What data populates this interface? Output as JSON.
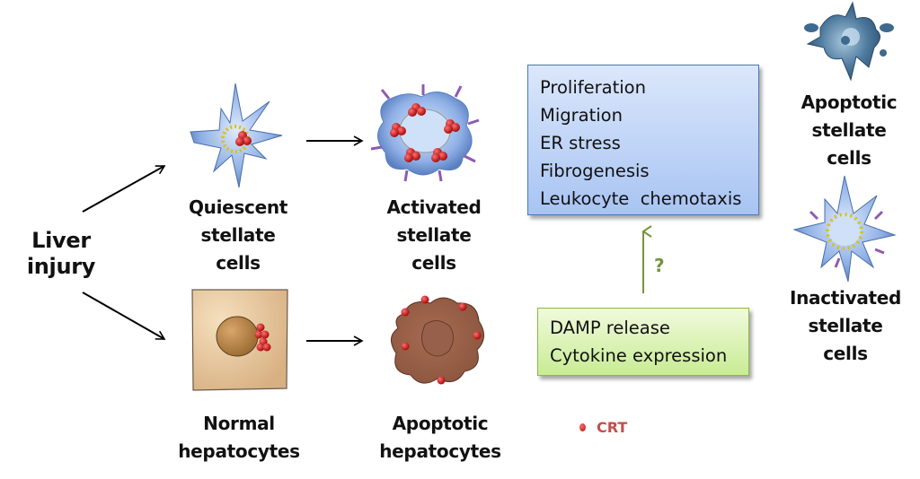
{
  "diagram": {
    "start": {
      "label_lines": [
        "Liver",
        "injury"
      ]
    },
    "cells": {
      "quiescent_stellate": {
        "label_lines": [
          "Quiescent",
          "stellate",
          "cells"
        ],
        "icon": "quiescent-stellate-cell"
      },
      "activated_stellate": {
        "label_lines": [
          "Activated",
          "stellate",
          "cells"
        ],
        "icon": "activated-stellate-cell"
      },
      "normal_hepatocytes": {
        "label_lines": [
          "Normal",
          "hepatocytes"
        ],
        "icon": "normal-hepatocyte"
      },
      "apoptotic_hepatocytes": {
        "label_lines": [
          "Apoptotic",
          "hepatocytes"
        ],
        "icon": "apoptotic-hepatocyte"
      },
      "apoptotic_stellate": {
        "label_lines": [
          "Apoptotic",
          "stellate",
          "cells"
        ],
        "icon": "apoptotic-stellate-cell"
      },
      "inactivated_stellate": {
        "label_lines": [
          "Inactivated",
          "stellate",
          "cells"
        ],
        "icon": "inactivated-stellate-cell"
      }
    },
    "activated_effects_box": {
      "items": [
        "Proliferation",
        "Migration",
        "ER stress",
        "Fibrogenesis",
        "Leukocyte  chemotaxis"
      ],
      "color": "#a8c4f3"
    },
    "hepatocyte_effects_box": {
      "items": [
        "DAMP release",
        "Cytokine expression"
      ],
      "color": "#c8ec94"
    },
    "uncertain_link": {
      "label": "?",
      "color": "#77933c"
    },
    "legend": {
      "marker": "red-dot",
      "label": "CRT",
      "color": "#c0504d"
    }
  }
}
